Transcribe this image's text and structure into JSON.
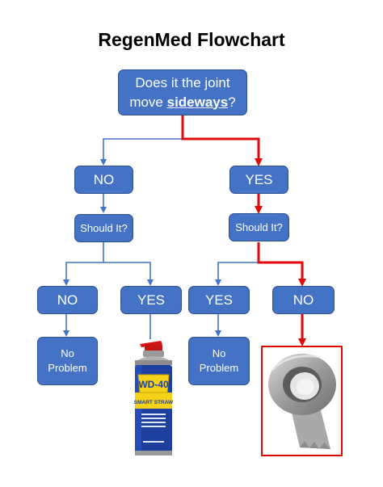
{
  "title": "RegenMed Flowchart",
  "question": {
    "line1": "Does it the joint",
    "line2_prefix": "move ",
    "line2_emph": "sideways",
    "line2_suffix": "?"
  },
  "level1": {
    "left": "NO",
    "right": "YES"
  },
  "should_it": {
    "left": "Should It?",
    "right": "Should It?"
  },
  "level2": {
    "ll": "NO",
    "lr": "YES",
    "rl": "YES",
    "rr": "NO"
  },
  "results": {
    "ll": {
      "line1": "No",
      "line2": "Problem"
    },
    "rl": {
      "line1": "No",
      "line2": "Problem"
    }
  },
  "product_images": {
    "spray": {
      "brand": "WD-40",
      "subtitle": "SMART STRAW"
    },
    "tape": {
      "icon": "duct-tape-roll"
    }
  },
  "colors": {
    "box": "#4472c4",
    "line": "#4472c4",
    "path": "#e10a0a"
  }
}
